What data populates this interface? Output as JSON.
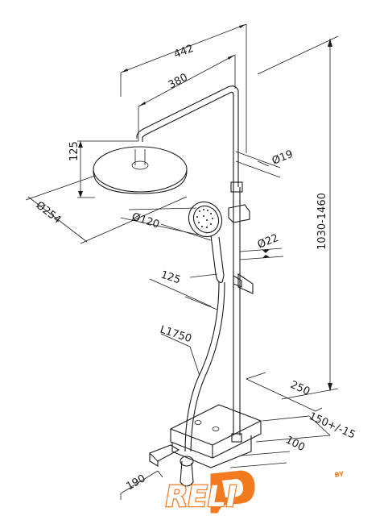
{
  "dimensions": {
    "overall_width": "442",
    "arm_length": "380",
    "head_height": "125",
    "head_diameter": "Ø254",
    "pipe_diameter": "Ø19",
    "hand_shower_diameter": "Ø120",
    "holder_diameter": "Ø22",
    "hand_shower_length": "125",
    "hose_length": "L1750",
    "height_range": "1030-1460",
    "shelf_depth": "250",
    "inlet_spacing": "150+/-15",
    "mixer_offset": "100",
    "spout_length": "190"
  },
  "logo": {
    "text": "DRELI",
    "superscript": "BY",
    "colors": {
      "fill": "#ffffff",
      "outline": "#f47a20",
      "accent": "#f47a20"
    }
  }
}
